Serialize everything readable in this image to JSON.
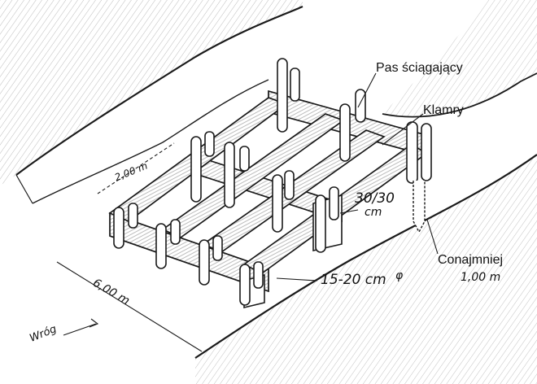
{
  "labels": {
    "tie_band": "Pas ściągający",
    "clamps": "Klamry",
    "beam_size_top": "30/30",
    "beam_size_unit": "cm",
    "pile_diameter": "15-20 cm",
    "diameter_symbol": "φ",
    "at_least": "Conajmniej",
    "depth": "1,00 m",
    "spacing": "2,00 m",
    "length": "6,00 m",
    "direction": "Wróg"
  },
  "colors": {
    "ink": "#1a1a1a",
    "paper": "#ffffff",
    "hatch": "#555555"
  }
}
